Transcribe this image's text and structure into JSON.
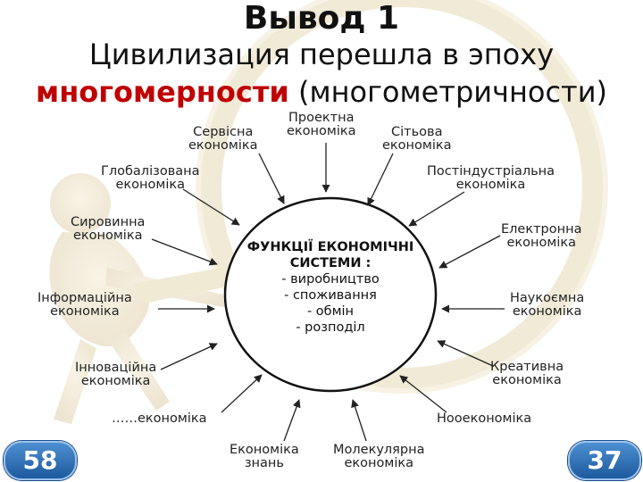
{
  "title": {
    "line1": "Вывод 1",
    "line2": "Цивилизация перешла в эпоху",
    "line3_accent": "многомерности",
    "line3_rest": " (многометричности)"
  },
  "center": {
    "title_line1": "ФУНКЦІЇ ЕКОНОМІЧНІ",
    "title_line2": "СИСТЕМИ :",
    "functions": [
      "- виробництво",
      "- споживання",
      "- обмін",
      "- розподіл"
    ]
  },
  "nodes": [
    {
      "id": "proektna",
      "lines": [
        "Проектна",
        "економіка"
      ]
    },
    {
      "id": "servisna",
      "lines": [
        "Сервісна",
        "економіка"
      ]
    },
    {
      "id": "sitova",
      "lines": [
        "Сітьова",
        "економіка"
      ]
    },
    {
      "id": "globalizovana",
      "lines": [
        "Глобалізована",
        "економіка"
      ]
    },
    {
      "id": "postindustrialna",
      "lines": [
        "Постіндустріальна",
        "економіка"
      ]
    },
    {
      "id": "syrovynna",
      "lines": [
        "Сировинна",
        "економіка"
      ]
    },
    {
      "id": "elektronna",
      "lines": [
        "Електронна",
        "економіка"
      ]
    },
    {
      "id": "informatsiina",
      "lines": [
        "Інформаційна",
        "економіка"
      ]
    },
    {
      "id": "naukoemna",
      "lines": [
        "Наукоємна",
        "економіка"
      ]
    },
    {
      "id": "innovatsiina",
      "lines": [
        "Інноваційна",
        "економіка"
      ]
    },
    {
      "id": "kreatyvna",
      "lines": [
        "Креативна",
        "економіка"
      ]
    },
    {
      "id": "etc",
      "lines": [
        "……економіка"
      ]
    },
    {
      "id": "nooekonomika",
      "lines": [
        "Нооекономіка"
      ]
    },
    {
      "id": "znan",
      "lines": [
        "Економіка",
        "знань"
      ]
    },
    {
      "id": "molekuliarna",
      "lines": [
        "Молекулярна",
        "економіка"
      ]
    }
  ],
  "badges": {
    "left": "58",
    "right": "37"
  },
  "colors": {
    "accent": "#c00000",
    "badge": "#2f6fb5",
    "line": "#222222"
  }
}
